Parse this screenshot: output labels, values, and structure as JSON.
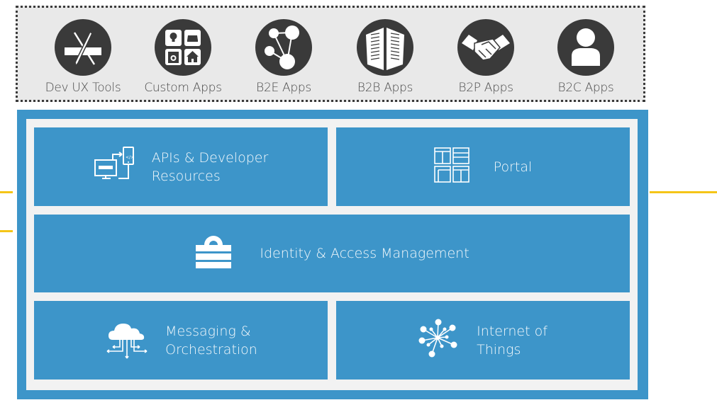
{
  "apps": [
    {
      "label": "Dev UX Tools",
      "icon": "dev-tools-icon"
    },
    {
      "label": "Custom Apps",
      "icon": "custom-apps-icon"
    },
    {
      "label": "B2E Apps",
      "icon": "network-nodes-icon"
    },
    {
      "label": "B2B Apps",
      "icon": "buildings-icon"
    },
    {
      "label": "B2P Apps",
      "icon": "handshake-icon"
    },
    {
      "label": "B2C Apps",
      "icon": "person-icon"
    }
  ],
  "platform": {
    "apis": {
      "line1": "APIs & Developer",
      "line2": "Resources",
      "icon": "api-devices-icon"
    },
    "portal": {
      "label": "Portal",
      "icon": "portal-windows-icon"
    },
    "iam": {
      "label": "Identity & Access Management",
      "icon": "lock-icon"
    },
    "messaging": {
      "line1": "Messaging &",
      "line2": "Orchestration",
      "icon": "cloud-distribution-icon"
    },
    "iot": {
      "line1": "Internet of",
      "line2": "Things",
      "icon": "iot-hub-icon"
    }
  },
  "colors": {
    "tile_blue": "#3d95c9",
    "icon_dark": "#3a3a3a",
    "connector_yellow": "#f5c518",
    "apps_bg": "#e9e9e9"
  }
}
